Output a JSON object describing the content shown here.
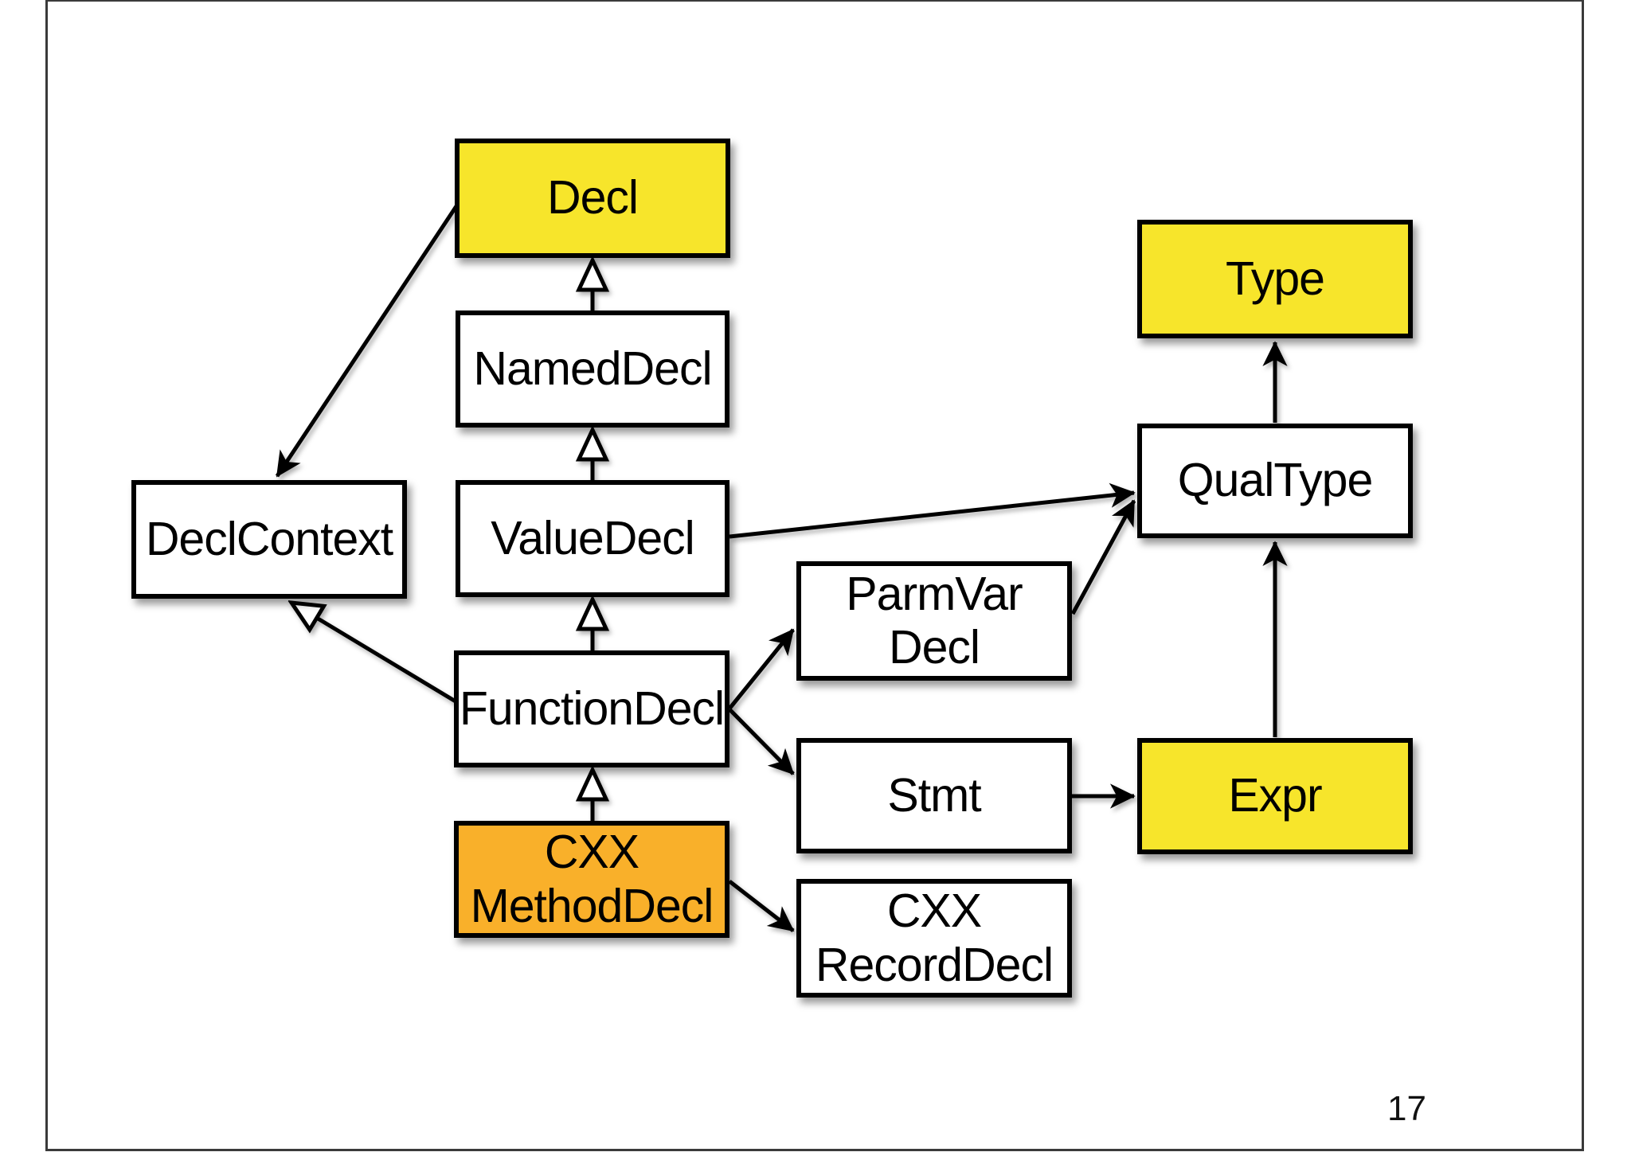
{
  "slide": {
    "page_number": "17"
  },
  "colors": {
    "highlight_yellow": "#F7E52B",
    "highlight_orange": "#F9B02A",
    "box_fill_default": "#FFFFFF",
    "box_border": "#000000",
    "edge": "#000000",
    "slide_border": "#3A3A3A",
    "background": "#FFFFFF"
  },
  "nodes": {
    "decl": {
      "label": "Decl",
      "fill": "yellow"
    },
    "named_decl": {
      "label": "NamedDecl",
      "fill": "white"
    },
    "value_decl": {
      "label": "ValueDecl",
      "fill": "white"
    },
    "function_decl": {
      "label": "FunctionDecl",
      "fill": "white"
    },
    "cxx_method_decl": {
      "line1": "CXX",
      "line2": "MethodDecl",
      "fill": "orange"
    },
    "decl_context": {
      "label": "DeclContext",
      "fill": "white"
    },
    "parm_var_decl": {
      "line1": "ParmVar",
      "line2": "Decl",
      "fill": "white"
    },
    "stmt": {
      "label": "Stmt",
      "fill": "white"
    },
    "cxx_record_decl": {
      "line1": "CXX",
      "line2": "RecordDecl",
      "fill": "white"
    },
    "qual_type": {
      "label": "QualType",
      "fill": "white"
    },
    "type": {
      "label": "Type",
      "fill": "yellow"
    },
    "expr": {
      "label": "Expr",
      "fill": "yellow"
    }
  },
  "edges": [
    {
      "from": "NamedDecl",
      "to": "Decl",
      "type": "inheritance"
    },
    {
      "from": "ValueDecl",
      "to": "NamedDecl",
      "type": "inheritance"
    },
    {
      "from": "FunctionDecl",
      "to": "ValueDecl",
      "type": "inheritance"
    },
    {
      "from": "CXXMethodDecl",
      "to": "FunctionDecl",
      "type": "inheritance"
    },
    {
      "from": "FunctionDecl",
      "to": "DeclContext",
      "type": "inheritance"
    },
    {
      "from": "Decl",
      "to": "DeclContext",
      "type": "association"
    },
    {
      "from": "FunctionDecl",
      "to": "ParmVarDecl",
      "type": "association"
    },
    {
      "from": "FunctionDecl",
      "to": "Stmt",
      "type": "association"
    },
    {
      "from": "CXXMethodDecl",
      "to": "CXXRecordDecl",
      "type": "association"
    },
    {
      "from": "ValueDecl",
      "to": "QualType",
      "type": "association"
    },
    {
      "from": "ParmVarDecl",
      "to": "QualType",
      "type": "association"
    },
    {
      "from": "Stmt",
      "to": "Expr",
      "type": "association"
    },
    {
      "from": "Expr",
      "to": "QualType",
      "type": "association"
    },
    {
      "from": "QualType",
      "to": "Type",
      "type": "association"
    }
  ]
}
